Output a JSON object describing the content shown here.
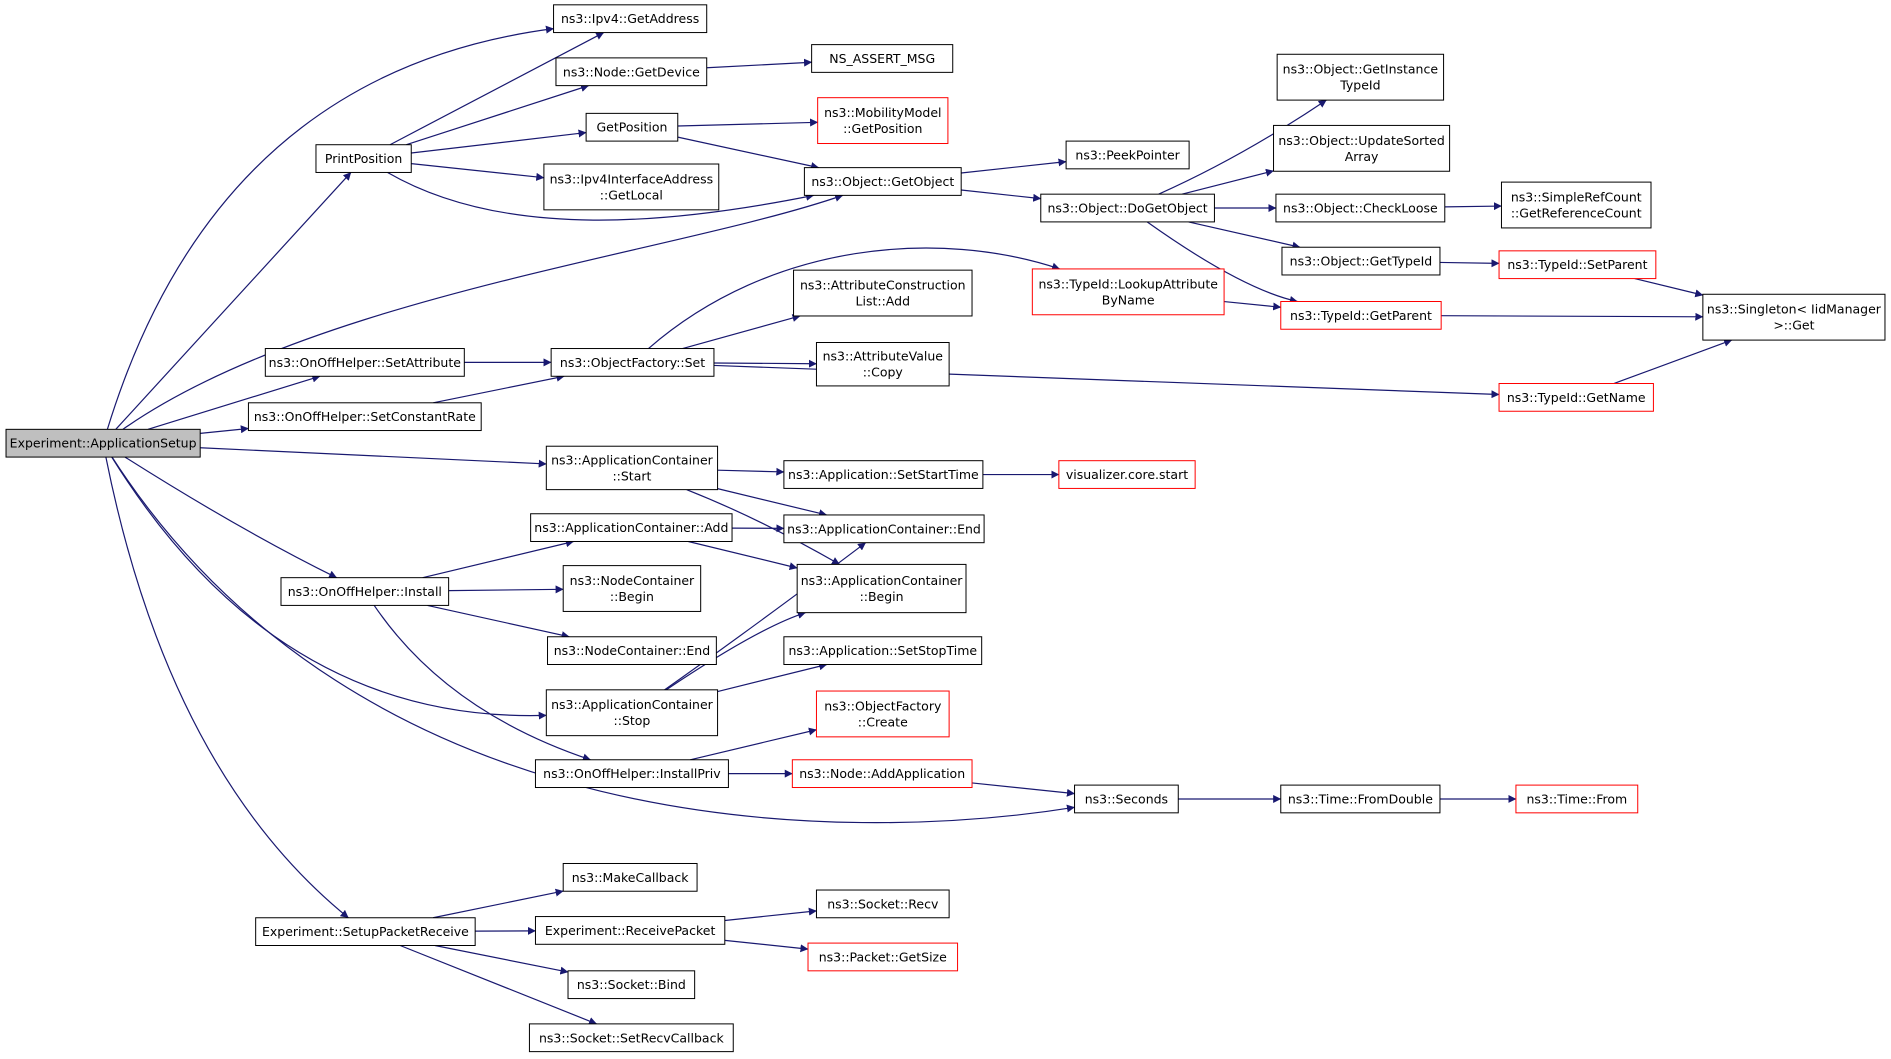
{
  "graph": {
    "nodes": [
      {
        "id": "root",
        "lines": [
          "Experiment::ApplicationSetup"
        ],
        "style": "root"
      },
      {
        "id": "printpos",
        "lines": [
          "PrintPosition"
        ],
        "style": "normal"
      },
      {
        "id": "setattr",
        "lines": [
          "ns3::OnOffHelper::SetAttribute"
        ],
        "style": "normal"
      },
      {
        "id": "setconst",
        "lines": [
          "ns3::OnOffHelper::SetConstantRate"
        ],
        "style": "normal"
      },
      {
        "id": "install",
        "lines": [
          "ns3::OnOffHelper::Install"
        ],
        "style": "normal"
      },
      {
        "id": "setuppkt",
        "lines": [
          "Experiment::SetupPacketReceive"
        ],
        "style": "normal"
      },
      {
        "id": "ipv4addr",
        "lines": [
          "ns3::Ipv4::GetAddress"
        ],
        "style": "normal"
      },
      {
        "id": "getdevice",
        "lines": [
          "ns3::Node::GetDevice"
        ],
        "style": "normal"
      },
      {
        "id": "getpos",
        "lines": [
          "GetPosition"
        ],
        "style": "normal"
      },
      {
        "id": "getlocal",
        "lines": [
          "ns3::Ipv4InterfaceAddress",
          "::GetLocal"
        ],
        "style": "normal"
      },
      {
        "id": "assert",
        "lines": [
          "NS_ASSERT_MSG"
        ],
        "style": "normal"
      },
      {
        "id": "mmgetpos",
        "lines": [
          "ns3::MobilityModel",
          "::GetPosition"
        ],
        "style": "red"
      },
      {
        "id": "getobject",
        "lines": [
          "ns3::Object::GetObject"
        ],
        "style": "normal"
      },
      {
        "id": "peekptr",
        "lines": [
          "ns3::PeekPointer"
        ],
        "style": "normal"
      },
      {
        "id": "dogetobj",
        "lines": [
          "ns3::Object::DoGetObject"
        ],
        "style": "normal"
      },
      {
        "id": "getinst",
        "lines": [
          "ns3::Object::GetInstance",
          "TypeId"
        ],
        "style": "normal"
      },
      {
        "id": "updsorted",
        "lines": [
          "ns3::Object::UpdateSorted",
          "Array"
        ],
        "style": "normal"
      },
      {
        "id": "checkloose",
        "lines": [
          "ns3::Object::CheckLoose"
        ],
        "style": "normal"
      },
      {
        "id": "getrefcount",
        "lines": [
          "ns3::SimpleRefCount",
          "::GetReferenceCount"
        ],
        "style": "normal"
      },
      {
        "id": "gettypeid",
        "lines": [
          "ns3::Object::GetTypeId"
        ],
        "style": "normal"
      },
      {
        "id": "setparent",
        "lines": [
          "ns3::TypeId::SetParent"
        ],
        "style": "red"
      },
      {
        "id": "singleton",
        "lines": [
          "ns3::Singleton< IidManager",
          ">::Get"
        ],
        "style": "normal"
      },
      {
        "id": "getparent",
        "lines": [
          "ns3::TypeId::GetParent"
        ],
        "style": "red"
      },
      {
        "id": "lookupattr",
        "lines": [
          "ns3::TypeId::LookupAttribute",
          "ByName"
        ],
        "style": "red"
      },
      {
        "id": "attrconstr",
        "lines": [
          "ns3::AttributeConstruction",
          "List::Add"
        ],
        "style": "normal"
      },
      {
        "id": "objfactset",
        "lines": [
          "ns3::ObjectFactory::Set"
        ],
        "style": "normal"
      },
      {
        "id": "attrcopy",
        "lines": [
          "ns3::AttributeValue",
          "::Copy"
        ],
        "style": "normal"
      },
      {
        "id": "getname",
        "lines": [
          "ns3::TypeId::GetName"
        ],
        "style": "red"
      },
      {
        "id": "acstart",
        "lines": [
          "ns3::ApplicationContainer",
          "::Start"
        ],
        "style": "normal"
      },
      {
        "id": "setstart",
        "lines": [
          "ns3::Application::SetStartTime"
        ],
        "style": "normal"
      },
      {
        "id": "viscore",
        "lines": [
          "visualizer.core.start"
        ],
        "style": "red"
      },
      {
        "id": "acadd",
        "lines": [
          "ns3::ApplicationContainer::Add"
        ],
        "style": "normal"
      },
      {
        "id": "acend",
        "lines": [
          "ns3::ApplicationContainer::End"
        ],
        "style": "normal"
      },
      {
        "id": "acbegin",
        "lines": [
          "ns3::ApplicationContainer",
          "::Begin"
        ],
        "style": "normal"
      },
      {
        "id": "ncbegin",
        "lines": [
          "ns3::NodeContainer",
          "::Begin"
        ],
        "style": "normal"
      },
      {
        "id": "ncend",
        "lines": [
          "ns3::NodeContainer::End"
        ],
        "style": "normal"
      },
      {
        "id": "setstop",
        "lines": [
          "ns3::Application::SetStopTime"
        ],
        "style": "normal"
      },
      {
        "id": "acstop",
        "lines": [
          "ns3::ApplicationContainer",
          "::Stop"
        ],
        "style": "normal"
      },
      {
        "id": "ofcreate",
        "lines": [
          "ns3::ObjectFactory",
          "::Create"
        ],
        "style": "red"
      },
      {
        "id": "installpriv",
        "lines": [
          "ns3::OnOffHelper::InstallPriv"
        ],
        "style": "normal"
      },
      {
        "id": "addapp",
        "lines": [
          "ns3::Node::AddApplication"
        ],
        "style": "red"
      },
      {
        "id": "seconds",
        "lines": [
          "ns3::Seconds"
        ],
        "style": "normal"
      },
      {
        "id": "fromdouble",
        "lines": [
          "ns3::Time::FromDouble"
        ],
        "style": "normal"
      },
      {
        "id": "timefrom",
        "lines": [
          "ns3::Time::From"
        ],
        "style": "red"
      },
      {
        "id": "makecb",
        "lines": [
          "ns3::MakeCallback"
        ],
        "style": "normal"
      },
      {
        "id": "recvpkt",
        "lines": [
          "Experiment::ReceivePacket"
        ],
        "style": "normal"
      },
      {
        "id": "sockrecv",
        "lines": [
          "ns3::Socket::Recv"
        ],
        "style": "normal"
      },
      {
        "id": "getsize",
        "lines": [
          "ns3::Packet::GetSize"
        ],
        "style": "red"
      },
      {
        "id": "sockbind",
        "lines": [
          "ns3::Socket::Bind"
        ],
        "style": "normal"
      },
      {
        "id": "setrecvcb",
        "lines": [
          "ns3::Socket::SetRecvCallback"
        ],
        "style": "normal"
      }
    ],
    "edges": [
      [
        "root",
        "printpos"
      ],
      [
        "root",
        "ipv4addr"
      ],
      [
        "root",
        "getobject"
      ],
      [
        "root",
        "setattr"
      ],
      [
        "root",
        "setconst"
      ],
      [
        "root",
        "acstart"
      ],
      [
        "root",
        "install"
      ],
      [
        "root",
        "acstop"
      ],
      [
        "root",
        "seconds"
      ],
      [
        "root",
        "setuppkt"
      ],
      [
        "printpos",
        "ipv4addr"
      ],
      [
        "printpos",
        "getdevice"
      ],
      [
        "printpos",
        "getpos"
      ],
      [
        "printpos",
        "getlocal"
      ],
      [
        "printpos",
        "getobject"
      ],
      [
        "getdevice",
        "assert"
      ],
      [
        "getpos",
        "mmgetpos"
      ],
      [
        "getpos",
        "getobject"
      ],
      [
        "getobject",
        "peekptr"
      ],
      [
        "getobject",
        "dogetobj"
      ],
      [
        "dogetobj",
        "getinst"
      ],
      [
        "dogetobj",
        "updsorted"
      ],
      [
        "dogetobj",
        "checkloose"
      ],
      [
        "dogetobj",
        "gettypeid"
      ],
      [
        "dogetobj",
        "getparent"
      ],
      [
        "checkloose",
        "getrefcount"
      ],
      [
        "gettypeid",
        "setparent"
      ],
      [
        "setparent",
        "singleton"
      ],
      [
        "getparent",
        "singleton"
      ],
      [
        "getname",
        "singleton"
      ],
      [
        "lookupattr",
        "getparent"
      ],
      [
        "setattr",
        "objfactset"
      ],
      [
        "setconst",
        "objfactset"
      ],
      [
        "objfactset",
        "lookupattr"
      ],
      [
        "objfactset",
        "attrconstr"
      ],
      [
        "objfactset",
        "attrcopy"
      ],
      [
        "objfactset",
        "getname"
      ],
      [
        "acstart",
        "setstart"
      ],
      [
        "acstart",
        "acend"
      ],
      [
        "acstart",
        "acbegin"
      ],
      [
        "setstart",
        "viscore"
      ],
      [
        "install",
        "acadd"
      ],
      [
        "install",
        "ncbegin"
      ],
      [
        "install",
        "ncend"
      ],
      [
        "install",
        "installpriv"
      ],
      [
        "acadd",
        "acend"
      ],
      [
        "acadd",
        "acbegin"
      ],
      [
        "acstop",
        "setstop"
      ],
      [
        "acstop",
        "acend"
      ],
      [
        "acstop",
        "acbegin"
      ],
      [
        "installpriv",
        "ofcreate"
      ],
      [
        "installpriv",
        "addapp"
      ],
      [
        "addapp",
        "seconds"
      ],
      [
        "seconds",
        "fromdouble"
      ],
      [
        "fromdouble",
        "timefrom"
      ],
      [
        "setuppkt",
        "makecb"
      ],
      [
        "setuppkt",
        "recvpkt"
      ],
      [
        "setuppkt",
        "sockbind"
      ],
      [
        "setuppkt",
        "setrecvcb"
      ],
      [
        "recvpkt",
        "sockrecv"
      ],
      [
        "recvpkt",
        "getsize"
      ]
    ]
  }
}
